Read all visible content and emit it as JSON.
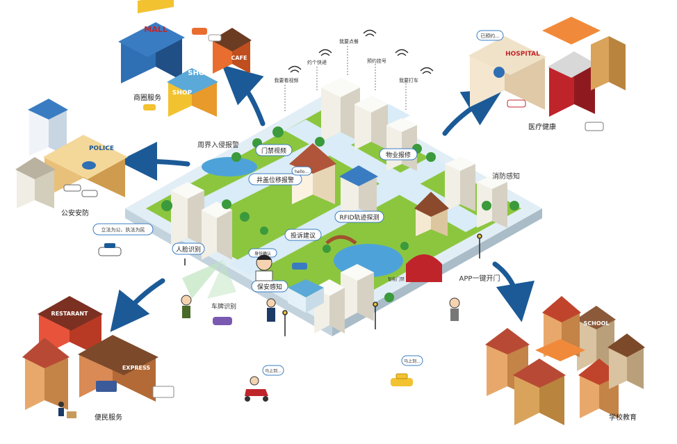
{
  "districts": {
    "commerce": "商圈服务",
    "police": "公安安防",
    "hospital": "医疗健康",
    "community": "便民服务",
    "school": "学校教育"
  },
  "features": {
    "perimeter_alarm": "周界入侵报警",
    "fire_sensing": "消防感知",
    "app_door": "APP一键开门",
    "face_recognition": "人脸识别",
    "plate_recognition": "车牌识别",
    "access_video": "门禁视频",
    "manhole_alarm": "井盖位移报警",
    "property_repair": "物业报修",
    "rfid_tracking": "RFID轨迹探测",
    "complaint": "投诉建议",
    "guard_sensing": "保安感知",
    "id_verify": "身份确认",
    "smart_gate": "智能门禁"
  },
  "wifi_labels": {
    "watch_video": "我要看视频",
    "booking": "约个快递",
    "ordering": "我要点餐",
    "queue_number": "预约挂号",
    "taxi": "我要打车"
  },
  "bubbles": {
    "hello": "hello...",
    "police_note": "立法为公、执法为民",
    "hospital_note": "已预约...",
    "courier_note": "马上到...",
    "taxi_note": "马上到..."
  },
  "signs": {
    "mall": "MALL",
    "shop": "SHOP",
    "shop2": "SHOP",
    "cafe": "CAFE",
    "police": "POLICE",
    "hospital": "HOSPITAL",
    "restaurant": "RESTARANT",
    "express": "EXPRESS",
    "school": "SCHOOL"
  },
  "colors": {
    "arrow": "#1b5a96",
    "grass": "#8cc63f",
    "water": "#4da3d9",
    "road": "#d9ecf7",
    "label_border": "#3a7cc2"
  }
}
